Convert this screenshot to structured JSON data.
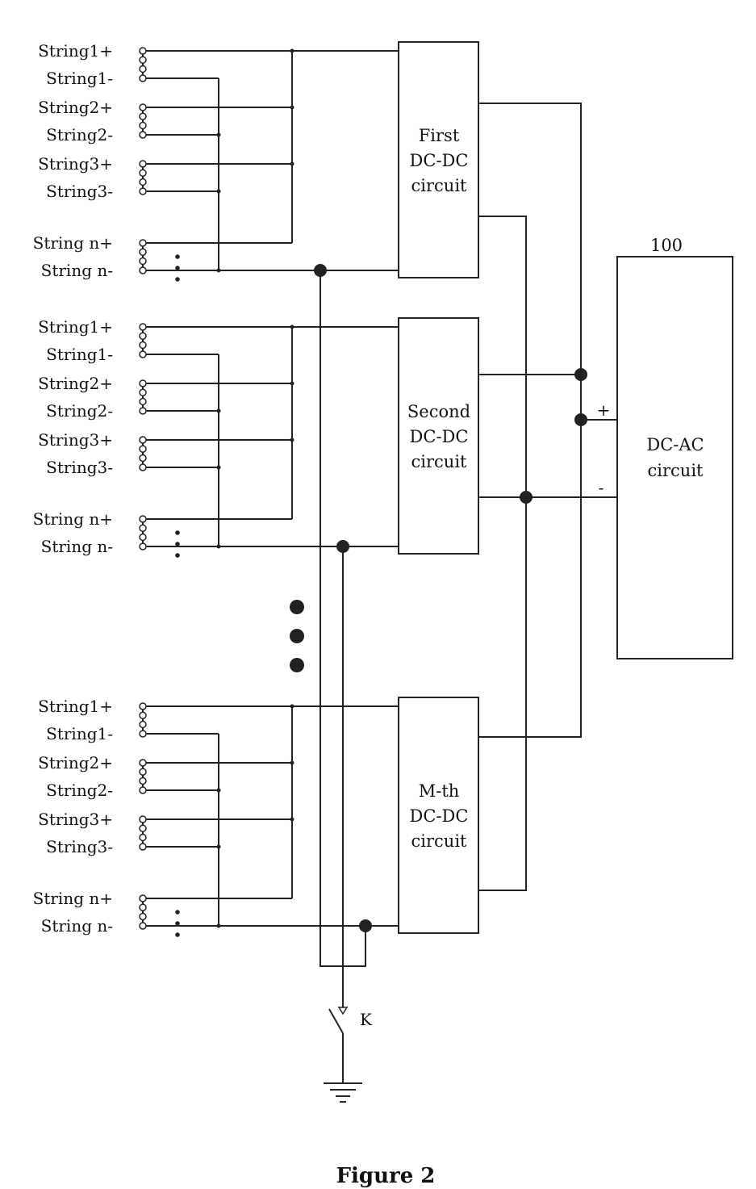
{
  "groups": [
    {
      "strings": [
        "String1+",
        "String1-",
        "String2+",
        "String2-",
        "String3+",
        "String3-",
        "String n+",
        "String n-"
      ],
      "converter_lines": [
        "First",
        "DC-DC",
        "circuit"
      ]
    },
    {
      "strings": [
        "String1+",
        "String1-",
        "String2+",
        "String2-",
        "String3+",
        "String3-",
        "String n+",
        "String n-"
      ],
      "converter_lines": [
        "Second",
        "DC-DC",
        "circuit"
      ]
    },
    {
      "strings": [
        "String1+",
        "String1-",
        "String2+",
        "String2-",
        "String3+",
        "String3-",
        "String n+",
        "String n-"
      ],
      "converter_lines": [
        "M-th",
        "DC-DC",
        "circuit"
      ]
    }
  ],
  "inverter": {
    "ref": "100",
    "lines": [
      "DC-AC",
      "circuit"
    ],
    "plus": "+",
    "minus": "-"
  },
  "switch_label": "K",
  "caption": "Figure 2"
}
